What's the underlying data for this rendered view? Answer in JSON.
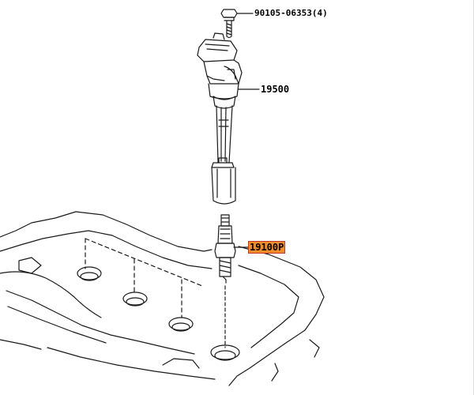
{
  "diagram": {
    "parts": [
      {
        "id": "bolt",
        "label": "90105-06353(4)",
        "interactive": false,
        "highlighted": false
      },
      {
        "id": "ignition-coil",
        "label": "19500",
        "interactive": false,
        "highlighted": false
      },
      {
        "id": "spark-plug",
        "label": "19100P",
        "interactive": true,
        "highlighted": true
      }
    ],
    "colors": {
      "line": "#1a1a1a",
      "highlight": "#f28c28",
      "highlight_border": "#c0392b",
      "background": "#ffffff"
    }
  }
}
